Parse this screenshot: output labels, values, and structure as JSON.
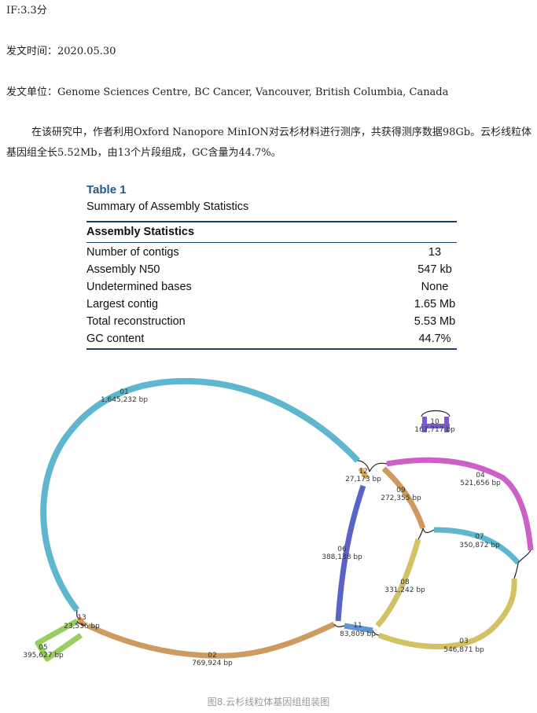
{
  "meta": {
    "if_line": "IF:3.3分",
    "date_line": "发文时间：2020.05.30",
    "affiliation_line": "发文单位：Genome Sciences Centre, BC Cancer, Vancouver, British Columbia, Canada"
  },
  "body_text": "在该研究中，作者利用Oxford Nanopore MinION对云杉材料进行测序，共获得测序数据98Gb。云杉线粒体基因组全长5.52Mb，由13个片段组成，GC含量为44.7%。",
  "table": {
    "label": "Table 1",
    "caption": "Summary of Assembly Statistics",
    "header": "Assembly Statistics",
    "rows": [
      {
        "name": "Number of contigs",
        "value": "13"
      },
      {
        "name": "Assembly N50",
        "value": "547 kb"
      },
      {
        "name": "Undetermined bases",
        "value": "None"
      },
      {
        "name": "Largest contig",
        "value": "1.65 Mb"
      },
      {
        "name": "Total reconstruction",
        "value": "5.53 Mb"
      },
      {
        "name": "GC content",
        "value": "44.7%"
      }
    ]
  },
  "figure": {
    "caption": "图8.云杉线粒体基因组组装图",
    "contigs": [
      {
        "id": "01",
        "length": "1,645,232 bp",
        "color": "#5fb6cf"
      },
      {
        "id": "02",
        "length": "769,924 bp",
        "color": "#cf9a62"
      },
      {
        "id": "03",
        "length": "546,871 bp",
        "color": "#d2c264"
      },
      {
        "id": "04",
        "length": "521,656 bp",
        "color": "#cc5fc8"
      },
      {
        "id": "05",
        "length": "395,627 bp",
        "color": "#96cf5f"
      },
      {
        "id": "06",
        "length": "388,138 bp",
        "color": "#5a64c8"
      },
      {
        "id": "07",
        "length": "350,872 bp",
        "color": "#5fb6cf"
      },
      {
        "id": "08",
        "length": "331,242 bp",
        "color": "#d2c264"
      },
      {
        "id": "09",
        "length": "272,355 bp",
        "color": "#cf9a62"
      },
      {
        "id": "10",
        "length": "167,717 bp",
        "color": "#7a5ad0"
      },
      {
        "id": "11",
        "length": "83,809 bp",
        "color": "#5f96d6"
      },
      {
        "id": "12",
        "length": "27,173 bp",
        "color": "#d8a855"
      },
      {
        "id": "13",
        "length": "23,536 bp",
        "color": "#d89a55"
      }
    ]
  }
}
